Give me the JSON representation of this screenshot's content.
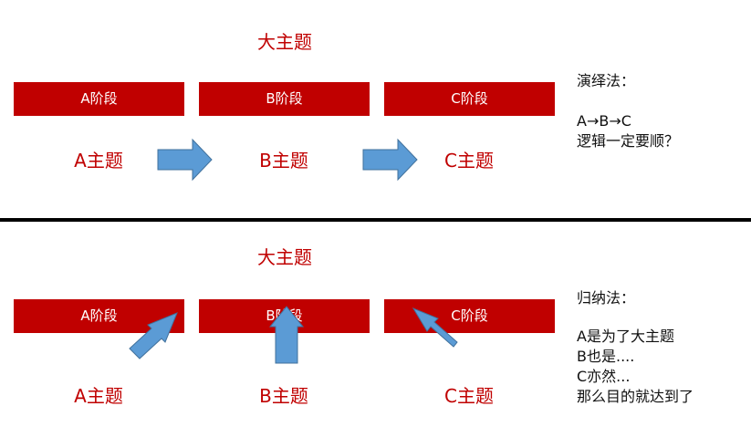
{
  "colors": {
    "accent": "#c00000",
    "arrow_fill": "#5b9bd5",
    "arrow_stroke": "#41719c",
    "divider": "#000000"
  },
  "deductive": {
    "title": "大主题",
    "stages": [
      "A阶段",
      "B阶段",
      "C阶段"
    ],
    "topics": [
      "A主题",
      "B主题",
      "C主题"
    ],
    "note": {
      "heading": "演绎法：",
      "lines": [
        "A→B→C",
        "逻辑一定要顺？"
      ]
    }
  },
  "inductive": {
    "title": "大主题",
    "stages": [
      "A阶段",
      "B阶段",
      "C阶段"
    ],
    "topics": [
      "A主题",
      "B主题",
      "C主题"
    ],
    "note": {
      "heading": "归纳法：",
      "lines": [
        "A是为了大主题",
        "B也是....",
        "C亦然...",
        "那么目的就达到了"
      ]
    }
  }
}
